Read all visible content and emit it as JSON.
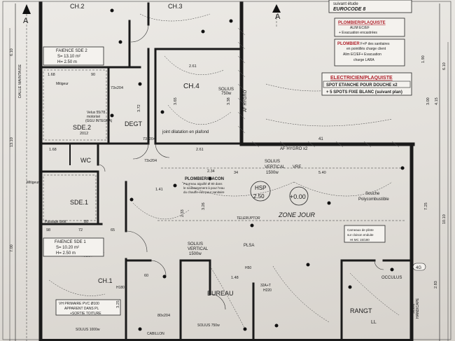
{
  "section": {
    "left": "A",
    "right": "A",
    "marker_41": "41",
    "marker_4g": "4G"
  },
  "header": {
    "study": "suivant étude",
    "eurocode": "EUROCODE 8"
  },
  "notes": {
    "plombier_plaquiste": {
      "title": "PLOMBIER/PLAQUISTE",
      "line1": "ALIM EC/EF",
      "line2": "+ Evacuation encastrées"
    },
    "plombier_sanitaires": {
      "title": "PLOMBIER",
      "line1": "F+P des sanitaires",
      "line2": "en pointillés charge client",
      "line3": "Alim EC/EF+ Evacuation",
      "line4": "charge LARA"
    },
    "electricien": {
      "title": "ELECTRICIEN/PLAQUISTE",
      "line1": "SPOT ETANCHE POUR DOUCHE x2",
      "line2": "+ 5 SPOTS FIXE BLANC (suivant plan)"
    }
  },
  "rooms": {
    "ch2": "CH.2",
    "ch3": "CH.3",
    "ch4": "CH.4",
    "ch1": "CH.1",
    "sde2": "SDE.2",
    "sde1": "SDE.1",
    "degt": "DEGT",
    "wc": "WC",
    "zone_jour": "ZONE JOUR",
    "bureau": "BUREAU",
    "rangt": "RANGT"
  },
  "faience": {
    "sde2": {
      "title": "FAIENCE SDE 2",
      "s": "S= 13.10 m²",
      "h": "H= 2.50 m"
    },
    "sde1": {
      "title": "FAIENCE SDE 1",
      "s": "S= 10.20 m²",
      "h": "H= 2.50 m"
    }
  },
  "labels": {
    "dalle_maintaise": "DALLE MAINTAISE",
    "solius_ch4": "SOLIUS",
    "solius_ch4_w": "750w",
    "af_hygro": "AF HYGRO",
    "af_hygro_x2": "AF HYGRO x2",
    "joint": "joint dilatation en plafond",
    "plombier_macon": "PLOMBIER/MACON",
    "plombier_macon_l1": "Fourreau aiguillé Ø 80 dans",
    "plombier_macon_l2": "le soubassement à pour l'eau",
    "plombier_macon_l3": "du chauffe-eau pour sanitaire",
    "hsp": "HSP",
    "hsp_val": "2.50",
    "level": "+0.00",
    "solius_vertical": "SOLIUS",
    "vertical": "VERTICAL",
    "solius_1500": "1500w",
    "vre": "VRE",
    "souche": "Souche",
    "polycombustible": "Polycombustible",
    "teleruptor": "TELERUPTOR",
    "plsa": "PLSA",
    "passage_droit": "Passage droit",
    "mitigeur": "Mitigeur",
    "velux": "Velux 55/78",
    "motorisé": "motorisé",
    "integra": "(GGU INTEGRA)",
    "vmc": "VH PRIMAIRE PVC Ø100",
    "vmc2": "APPARENT DANS PL",
    "vmc3": "+SORTIE TOITURE",
    "occulus": "OCCULUS",
    "seuil": "SEUIL",
    "handicape": "HANDICAPE",
    "cabillon": "CABILLON",
    "solius_750": "SOLIUS 750w",
    "solius_1000": "SOLIUS 1000w",
    "h180": "H180",
    "h220": "H220",
    "h50": "H50",
    "amp": "32A+T",
    "ll": "LL",
    "aides": "Carneaux de plinte",
    "aides2": "sur cloison enduite",
    "aides3": "Ht MC 15/180"
  },
  "dims": {
    "d610": "6.10",
    "d1310": "13.10",
    "d700": "7.00",
    "d190": "1.90",
    "d300": "3.00",
    "d725": "7.25",
    "d415": "4.15",
    "d1010": "10.10",
    "d610b": "6.10",
    "d168a": "1.68",
    "d90a": "90",
    "d261a": "2.61",
    "d261b": "2.61",
    "d234": "2.34",
    "d540": "5.40",
    "d168b": "1.68",
    "d148": "1.48",
    "d283": "2.83",
    "d365": "3.65",
    "d338": "3.38",
    "d372": "3.72",
    "d325": "3.25",
    "d326": "3.26",
    "d233": "2.33",
    "d141": "1.41",
    "d80": "80",
    "d98": "98",
    "d72": "72",
    "d65": "65",
    "d60": "60",
    "d34": "34",
    "d2012": "2012",
    "d73x204a": "73x204",
    "d73x204b": "73x204",
    "d73x204c": "73x204",
    "d80x204": "80x204"
  }
}
